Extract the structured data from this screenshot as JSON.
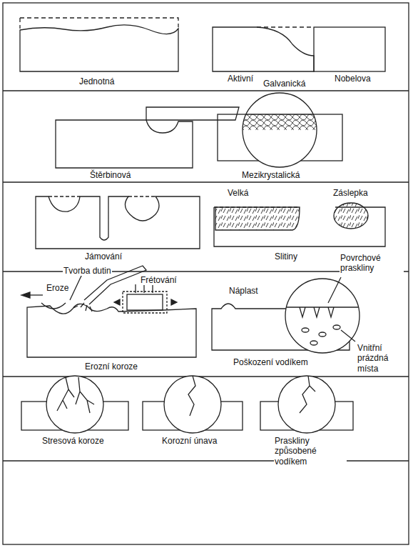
{
  "diagram": {
    "labels": [
      "Jednotná",
      "Aktivní",
      "Nobelova",
      "Galvanická",
      "Štěrbinová",
      "Mezikrystalická",
      "Velká",
      "Záslepka",
      "Jámování",
      "Slitiny",
      "Tvorba dutin",
      "Frétování",
      "Eroze",
      "Erozní koroze",
      "Povrchové praskliny",
      "Náplast",
      "Vnitřní prázdná místa",
      "Poškození vodíkem",
      "Stresová koroze",
      "Korozní únava",
      "Praskliny způsobené vodíkem"
    ]
  }
}
